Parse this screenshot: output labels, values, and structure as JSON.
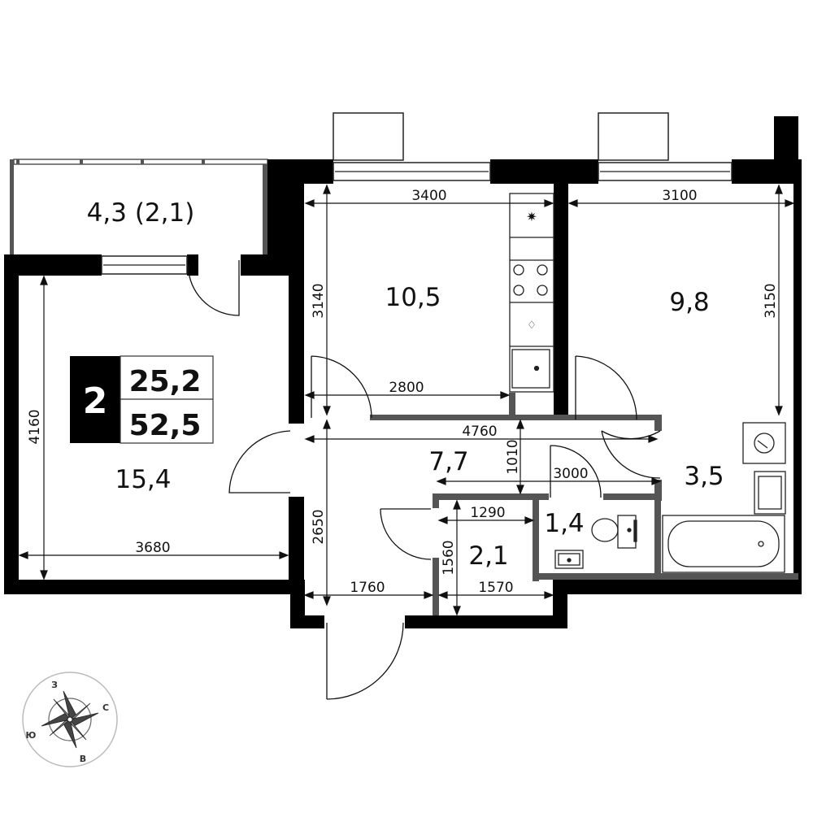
{
  "apartment": {
    "rooms_count": "2",
    "living_area": "25,2",
    "total_area": "52,5"
  },
  "rooms": {
    "balcony": "4,3 (2,1)",
    "living_room": "15,4",
    "kitchen": "10,5",
    "bedroom": "9,8",
    "hall": "7,7",
    "bathroom": "3,5",
    "wc": "1,4",
    "storage": "2,1"
  },
  "dimensions": {
    "kitchen_width": "3400",
    "bedroom_width": "3100",
    "kitchen_height": "3140",
    "bedroom_height": "3150",
    "kitchen_inner": "2800",
    "living_height": "4160",
    "hall_width": "4760",
    "hall_gap": "1010",
    "hall_inner": "3000",
    "wc_width": "1290",
    "living_width": "3680",
    "hall_height": "2650",
    "storage_height": "1560",
    "entry_width": "1760",
    "storage_width": "1570"
  },
  "compass": {
    "north": "С",
    "south": "Ю",
    "west": "З",
    "east": "В"
  },
  "colors": {
    "wall": "#000000",
    "partition": "#555555",
    "badge": "#000000"
  }
}
